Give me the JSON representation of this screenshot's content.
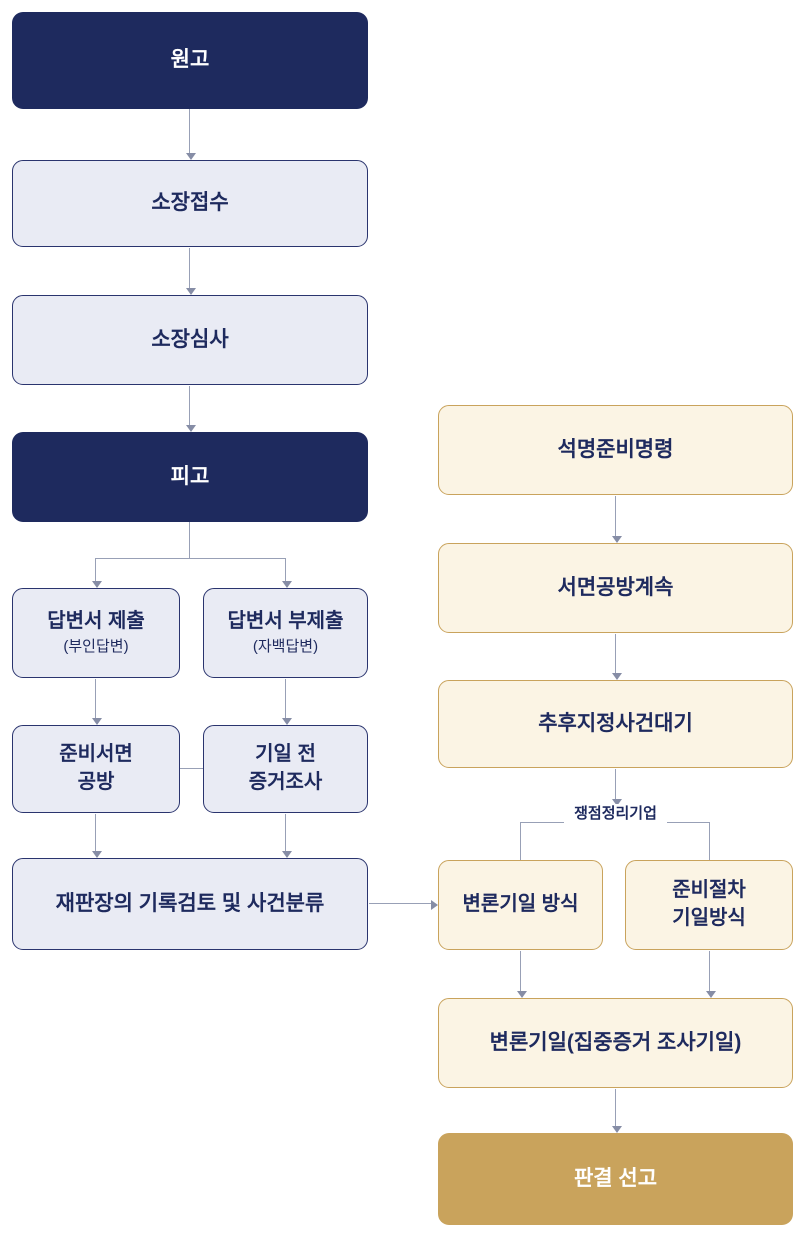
{
  "flowchart": {
    "left": {
      "plaintiff": "원고",
      "complaint_filing": "소장접수",
      "complaint_review": "소장심사",
      "defendant": "피고",
      "answer_submitted": {
        "title": "답변서 제출",
        "sub": "(부인답변)"
      },
      "answer_not_submitted": {
        "title": "답변서 부제출",
        "sub": "(자백답변)"
      },
      "brief_exchange": {
        "line1": "준비서면",
        "line2": "공방"
      },
      "pre_hearing_evidence": {
        "line1": "기일 전",
        "line2": "증거조사"
      },
      "record_review_sorting": "재판장의 기록검토 및 사건분류"
    },
    "right": {
      "clarification_prep_order": "석명준비명령",
      "written_exchange_continue": "서면공방계속",
      "later_designated_waiting": "추후지정사건대기",
      "issue_sorting_label": "쟁점정리기업",
      "hearing_date_method": "변론기일 방식",
      "prep_procedure_method": {
        "line1": "준비절차",
        "line2": "기일방식"
      },
      "main_hearing": "변론기일(집중증거 조사기일)",
      "judgment": "판결 선고"
    },
    "colors": {
      "navy": "#1e2a5e",
      "light_fill": "#e9ebf4",
      "light_border": "#2a346e",
      "cream_fill": "#fbf4e4",
      "tan_border": "#c9a35c",
      "gold_fill": "#c9a35c",
      "arrow": "#98a0b6"
    }
  }
}
